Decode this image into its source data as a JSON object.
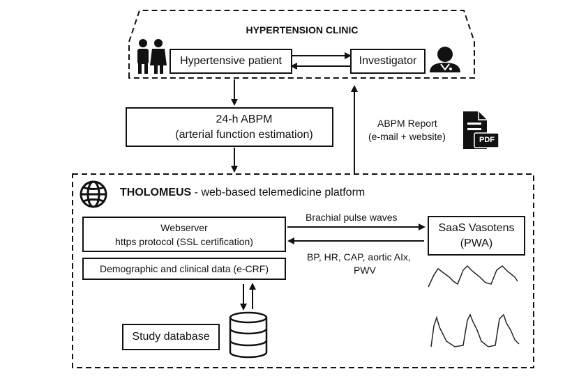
{
  "clinic": {
    "title": "HYPERTENSION CLINIC"
  },
  "patient": {
    "label": "Hypertensive patient"
  },
  "investigator": {
    "label": "Investigator"
  },
  "abpm": {
    "line1": "24-h ABPM",
    "line2": "(arterial function estimation)"
  },
  "report": {
    "line1": "ABPM Report",
    "line2": "(e-mail + website)",
    "pdf": "PDF"
  },
  "platform": {
    "brand": "THOLOMEUS",
    "rest": " - web-based telemedicine platform"
  },
  "webserver": {
    "line1": "Webserver",
    "line2": "https protocol (SSL certification)"
  },
  "ecrf": {
    "label": "Demographic and clinical data (e-CRF)"
  },
  "saas": {
    "line1": "SaaS Vasotens",
    "line2": "(PWA)"
  },
  "flows": {
    "to_saas": "Brachial pulse waves",
    "from_saas_1": "BP, HR, CAP, aortic AIx,",
    "from_saas_2": "PWV"
  },
  "database": {
    "label": "Study database"
  }
}
